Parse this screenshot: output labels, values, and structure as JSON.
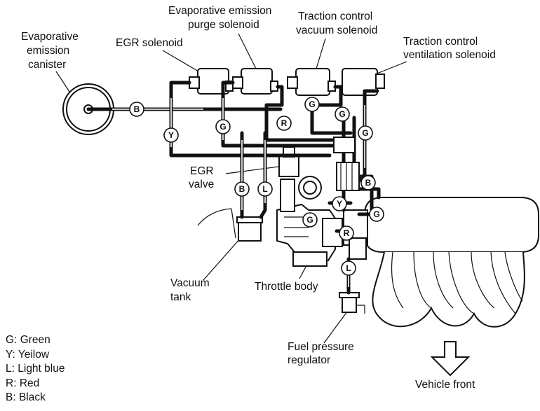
{
  "labels": {
    "canister": [
      "Evaporative",
      "emission",
      "canister"
    ],
    "egr_solenoid": [
      "EGR solenoid"
    ],
    "purge_solenoid": [
      "Evaporative emission",
      "purge solenoid"
    ],
    "tc_vacuum": [
      "Traction control",
      "vacuum solenoid"
    ],
    "tc_vent": [
      "Traction control",
      "ventilation solenoid"
    ],
    "egr_valve": [
      "EGR",
      "valve"
    ],
    "vacuum_tank": [
      "Vacuum",
      "tank"
    ],
    "throttle_body": [
      "Throttle body"
    ],
    "fuel_regulator": [
      "Fuel pressure",
      "regulator"
    ],
    "vehicle_front": [
      "Vehicle front"
    ]
  },
  "hose_tags": {
    "b1": "B",
    "y1": "Y",
    "g1": "G",
    "r1": "R",
    "g2": "G",
    "g3": "G",
    "g4": "G",
    "b2": "B",
    "l1": "L",
    "b3": "B",
    "y2": "Y",
    "g5": "G",
    "g6": "G",
    "r2": "R",
    "l2": "L"
  },
  "legend": [
    {
      "code": "G:",
      "name": "Green"
    },
    {
      "code": "Y:",
      "name": "Yeilow"
    },
    {
      "code": "L:",
      "name": "Light blue"
    },
    {
      "code": "R:",
      "name": "Red"
    },
    {
      "code": "B:",
      "name": "Black"
    }
  ]
}
